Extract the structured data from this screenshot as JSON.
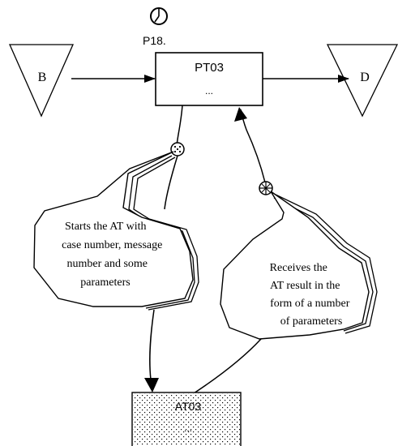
{
  "diagram": {
    "clock_label": "P18.",
    "process": {
      "name": "PT03",
      "ellipsis": "..."
    },
    "source_node": {
      "label": "B"
    },
    "target_node": {
      "label": "D"
    },
    "outgoing_bubble": {
      "lines": [
        "Starts the AT with",
        "case number, message",
        "number and some",
        "parameters"
      ]
    },
    "incoming_bubble": {
      "lines": [
        "Receives the",
        "AT result in the",
        "form of a number",
        "of parameters"
      ]
    },
    "activity": {
      "name": "AT03",
      "ellipsis": "..."
    }
  }
}
